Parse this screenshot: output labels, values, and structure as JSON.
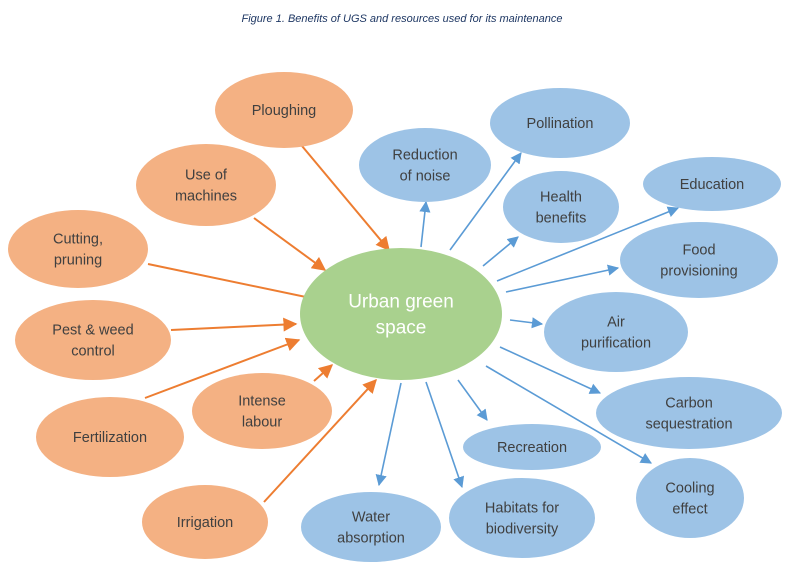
{
  "figure": {
    "caption": "Figure 1. Benefits of UGS and resources used for its maintenance"
  },
  "colors": {
    "center_fill": "#a9d18e",
    "resource_fill": "#f4b183",
    "resource_arrow": "#ed7d31",
    "benefit_fill": "#9dc3e6",
    "benefit_arrow": "#5b9bd5",
    "text": "#404040",
    "center_text": "#ffffff"
  },
  "center": {
    "id": "urban-green-space",
    "lines": [
      "Urban green",
      "space"
    ]
  },
  "resources": [
    {
      "id": "ploughing",
      "lines": [
        "Ploughing"
      ]
    },
    {
      "id": "use-of-machines",
      "lines": [
        "Use of",
        "machines"
      ]
    },
    {
      "id": "cutting-pruning",
      "lines": [
        "Cutting,",
        "pruning"
      ]
    },
    {
      "id": "pest-weed-control",
      "lines": [
        "Pest & weed",
        "control"
      ]
    },
    {
      "id": "intense-labour",
      "lines": [
        "Intense",
        "labour"
      ]
    },
    {
      "id": "fertilization",
      "lines": [
        "Fertilization"
      ]
    },
    {
      "id": "irrigation",
      "lines": [
        "Irrigation"
      ]
    }
  ],
  "benefits": [
    {
      "id": "reduction-of-noise",
      "lines": [
        "Reduction",
        "of noise"
      ]
    },
    {
      "id": "pollination",
      "lines": [
        "Pollination"
      ]
    },
    {
      "id": "health-benefits",
      "lines": [
        "Health",
        "benefits"
      ]
    },
    {
      "id": "education",
      "lines": [
        "Education"
      ]
    },
    {
      "id": "food-provisioning",
      "lines": [
        "Food",
        "provisioning"
      ]
    },
    {
      "id": "air-purification",
      "lines": [
        "Air",
        "purification"
      ]
    },
    {
      "id": "carbon-sequestration",
      "lines": [
        "Carbon",
        "sequestration"
      ]
    },
    {
      "id": "recreation",
      "lines": [
        "Recreation"
      ]
    },
    {
      "id": "cooling-effect",
      "lines": [
        "Cooling",
        "effect"
      ]
    },
    {
      "id": "habitats-for-biodiversity",
      "lines": [
        "Habitats for",
        "biodiversity"
      ]
    },
    {
      "id": "water-absorption",
      "lines": [
        "Water",
        "absorption"
      ]
    }
  ]
}
